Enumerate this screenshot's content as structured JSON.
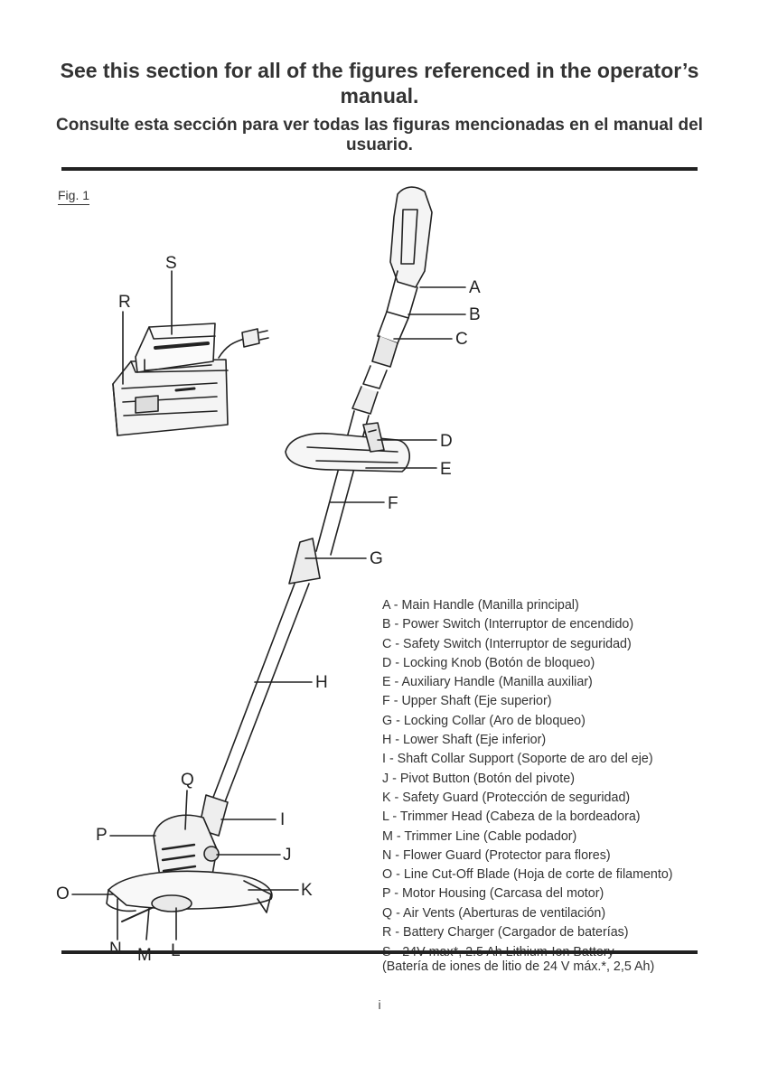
{
  "header": {
    "title_en": "See this section for all of the figures referenced in the operator’s manual.",
    "title_es": "Consulte esta sección para ver todas las figuras mencionadas en el manual del usuario."
  },
  "figure": {
    "label": "Fig. 1",
    "callouts": [
      "A",
      "B",
      "C",
      "D",
      "E",
      "F",
      "G",
      "H",
      "I",
      "J",
      "K",
      "L",
      "M",
      "N",
      "O",
      "P",
      "Q",
      "R",
      "S"
    ]
  },
  "legend": [
    "A - Main Handle (Manilla principal)",
    "B - Power Switch (Interruptor de encendido)",
    "C - Safety Switch (Interruptor de seguridad)",
    "D - Locking Knob (Botón de bloqueo)",
    "E - Auxiliary Handle (Manilla auxiliar)",
    "F - Upper Shaft (Eje superior)",
    "G - Locking Collar (Aro de bloqueo)",
    "H - Lower Shaft (Eje inferior)",
    "I - Shaft Collar Support (Soporte de aro del eje)",
    "J - Pivot Button (Botón del pivote)",
    "K - Safety Guard (Protección de seguridad)",
    "L - Trimmer Head (Cabeza de la bordeadora)",
    "M - Trimmer Line (Cable podador)",
    "N - Flower Guard (Protector para flores)",
    "O - Line Cut-Off Blade (Hoja de corte de filamento)",
    "P - Motor Housing (Carcasa del motor)",
    "Q - Air Vents (Aberturas de ventilación)",
    "R - Battery Charger (Cargador de baterías)",
    "S - 24V max*, 2.5 Ah Lithium-Ion Battery"
  ],
  "legend_s_line2": "(Batería de iones de litio de 24 V máx.*, 2,5 Ah)",
  "footer": {
    "page_number": "i"
  }
}
